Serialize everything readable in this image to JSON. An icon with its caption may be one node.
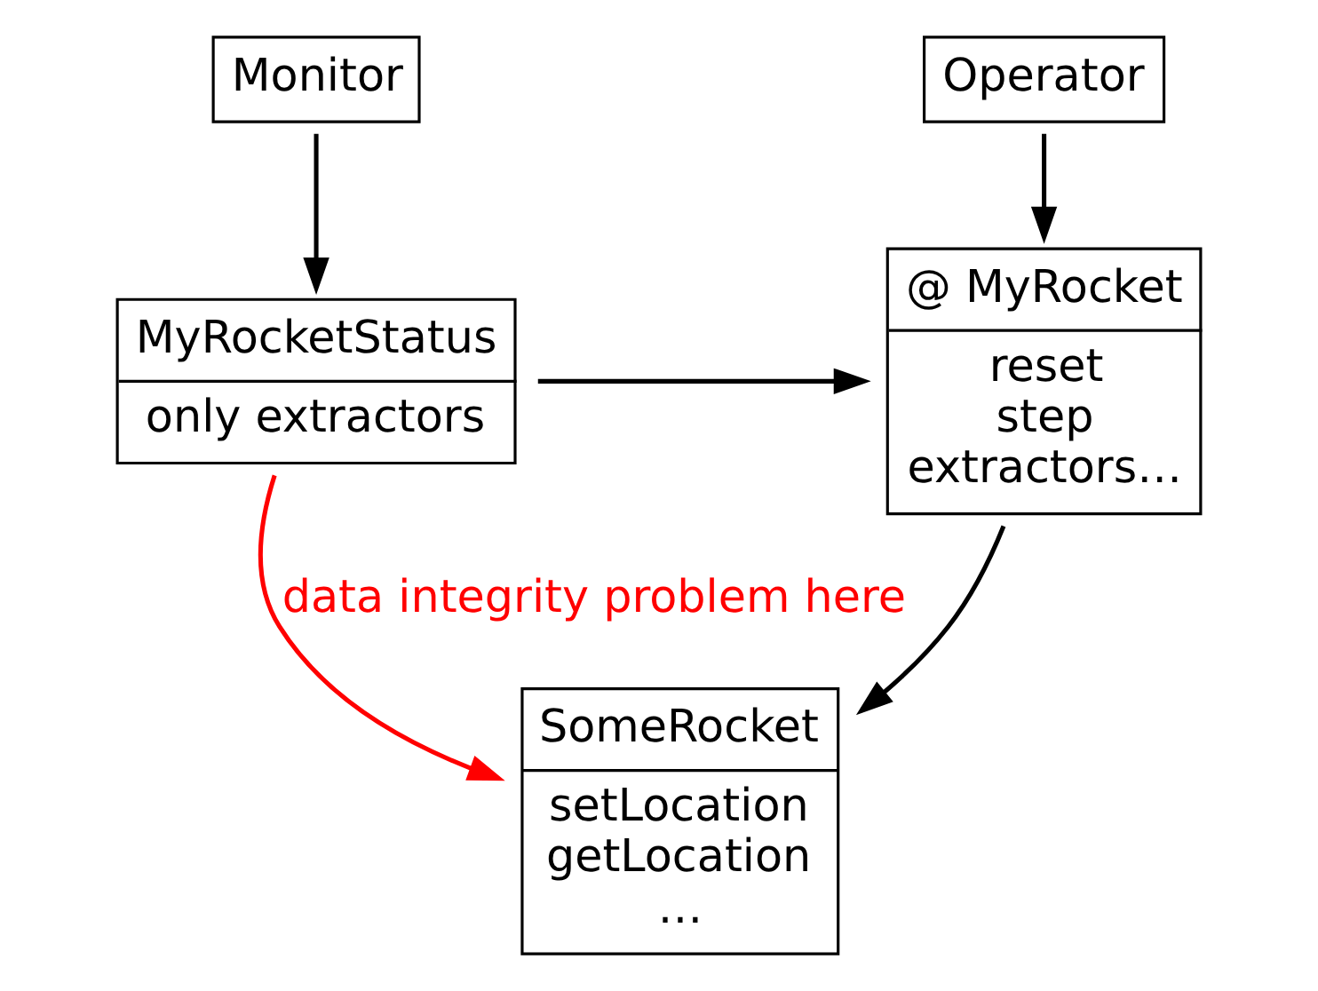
{
  "diagram": {
    "nodes": [
      {
        "text": [
          "Operator"
        ]
      },
      {
        "text": [
          "Monitor"
        ]
      },
      {
        "text": [
          "@ MyRocket",
          "reset step extractors…"
        ]
      },
      {
        "text": [
          "MyRocketStatus",
          "only extractors"
        ]
      },
      {
        "text": [
          "SomeRocket",
          "setLocation getLocation …"
        ]
      }
    ],
    "edges": [
      {
        "from": 0,
        "to": 2,
        "arrow": "to"
      },
      {
        "from": 1,
        "to": 3,
        "arrow": "to"
      },
      {
        "from": 3,
        "to": 2,
        "arrow": "to"
      },
      {
        "from": 2,
        "to": 4,
        "arrow": "to"
      },
      {
        "from": 3,
        "to": 4,
        "arrow": "to",
        "label": "data integrity problem here",
        "color": "#ff0000"
      }
    ]
  }
}
